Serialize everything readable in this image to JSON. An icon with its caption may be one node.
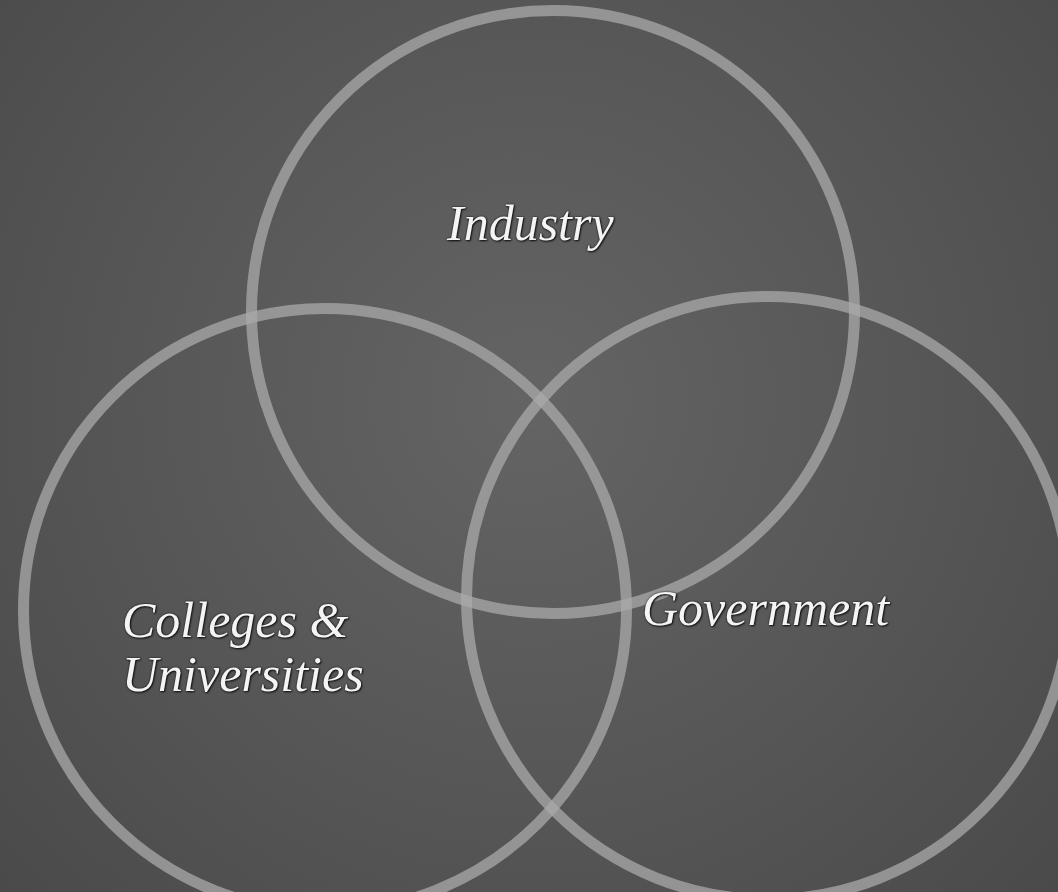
{
  "diagram": {
    "nodes": [
      {
        "text": [
          "Industry"
        ]
      },
      {
        "text": [
          "Colleges & Universities"
        ]
      },
      {
        "text": [
          "Government"
        ]
      }
    ]
  }
}
